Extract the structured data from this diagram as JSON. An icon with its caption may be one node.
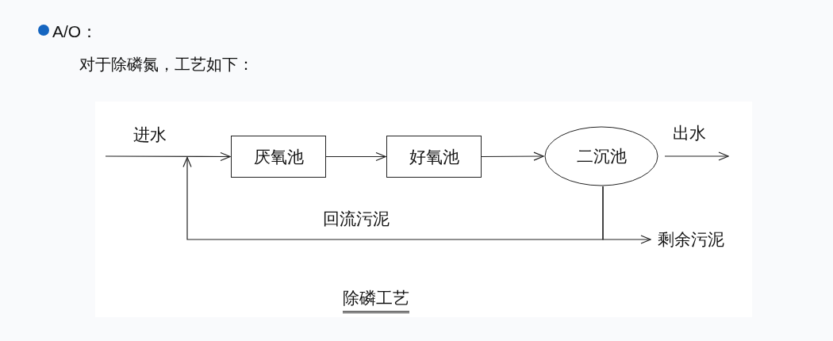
{
  "diagram": {
    "title": "A/O：",
    "caption": "除磷工艺",
    "nodes": [
      {
        "text": [
          "厌氧池"
        ]
      },
      {
        "text": [
          "好氧池"
        ]
      },
      {
        "text": [
          "二沉池"
        ]
      },
      {
        "text": [
          "剩余污泥"
        ]
      }
    ],
    "edges": [
      {
        "from": null,
        "to": 0,
        "arrow": "to",
        "label": "进水"
      },
      {
        "from": 0,
        "to": 1,
        "arrow": "to"
      },
      {
        "from": 1,
        "to": 2,
        "arrow": "to"
      },
      {
        "from": 2,
        "to": null,
        "arrow": "to",
        "label": "出水"
      },
      {
        "from": 2,
        "to": 3,
        "arrow": "to"
      },
      {
        "from": 2,
        "to": 0,
        "arrow": "to",
        "label": "回流污泥"
      }
    ],
    "labels": [
      "对于除磷氮，工艺如下："
    ]
  }
}
